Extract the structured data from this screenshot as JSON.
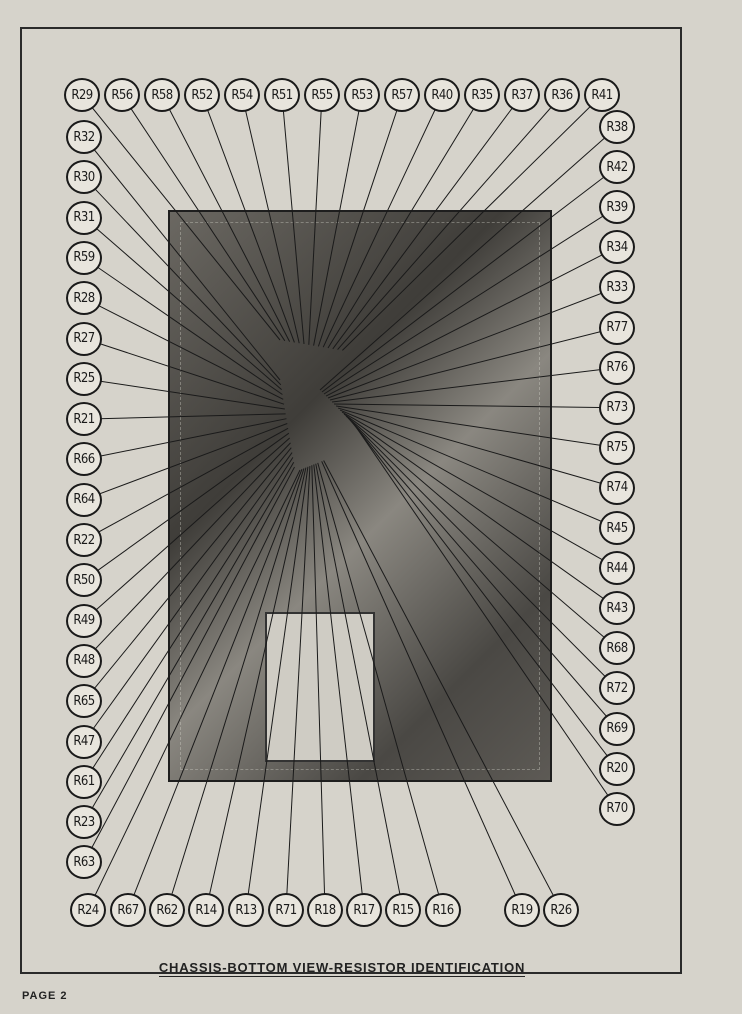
{
  "caption": "CHASSIS-BOTTOM VIEW-RESISTOR IDENTIFICATION",
  "page_number": "PAGE 2",
  "labels": {
    "top": [
      "R29",
      "R56",
      "R58",
      "R52",
      "R54",
      "R51",
      "R55",
      "R53",
      "R57",
      "R40",
      "R35",
      "R37",
      "R36",
      "R41"
    ],
    "left": [
      "R32",
      "R30",
      "R31",
      "R59",
      "R28",
      "R27",
      "R25",
      "R21",
      "R66",
      "R64",
      "R22",
      "R50",
      "R49",
      "R48",
      "R65",
      "R47",
      "R61",
      "R23",
      "R63"
    ],
    "right": [
      "R38",
      "R42",
      "R39",
      "R34",
      "R33",
      "R77",
      "R76",
      "R73",
      "R75",
      "R74",
      "R45",
      "R44",
      "R43",
      "R68",
      "R72",
      "R69",
      "R20",
      "R70"
    ],
    "bottom": [
      "R24",
      "R67",
      "R62",
      "R14",
      "R13",
      "R71",
      "R18",
      "R17",
      "R15",
      "R16",
      "R19",
      "R26"
    ]
  }
}
